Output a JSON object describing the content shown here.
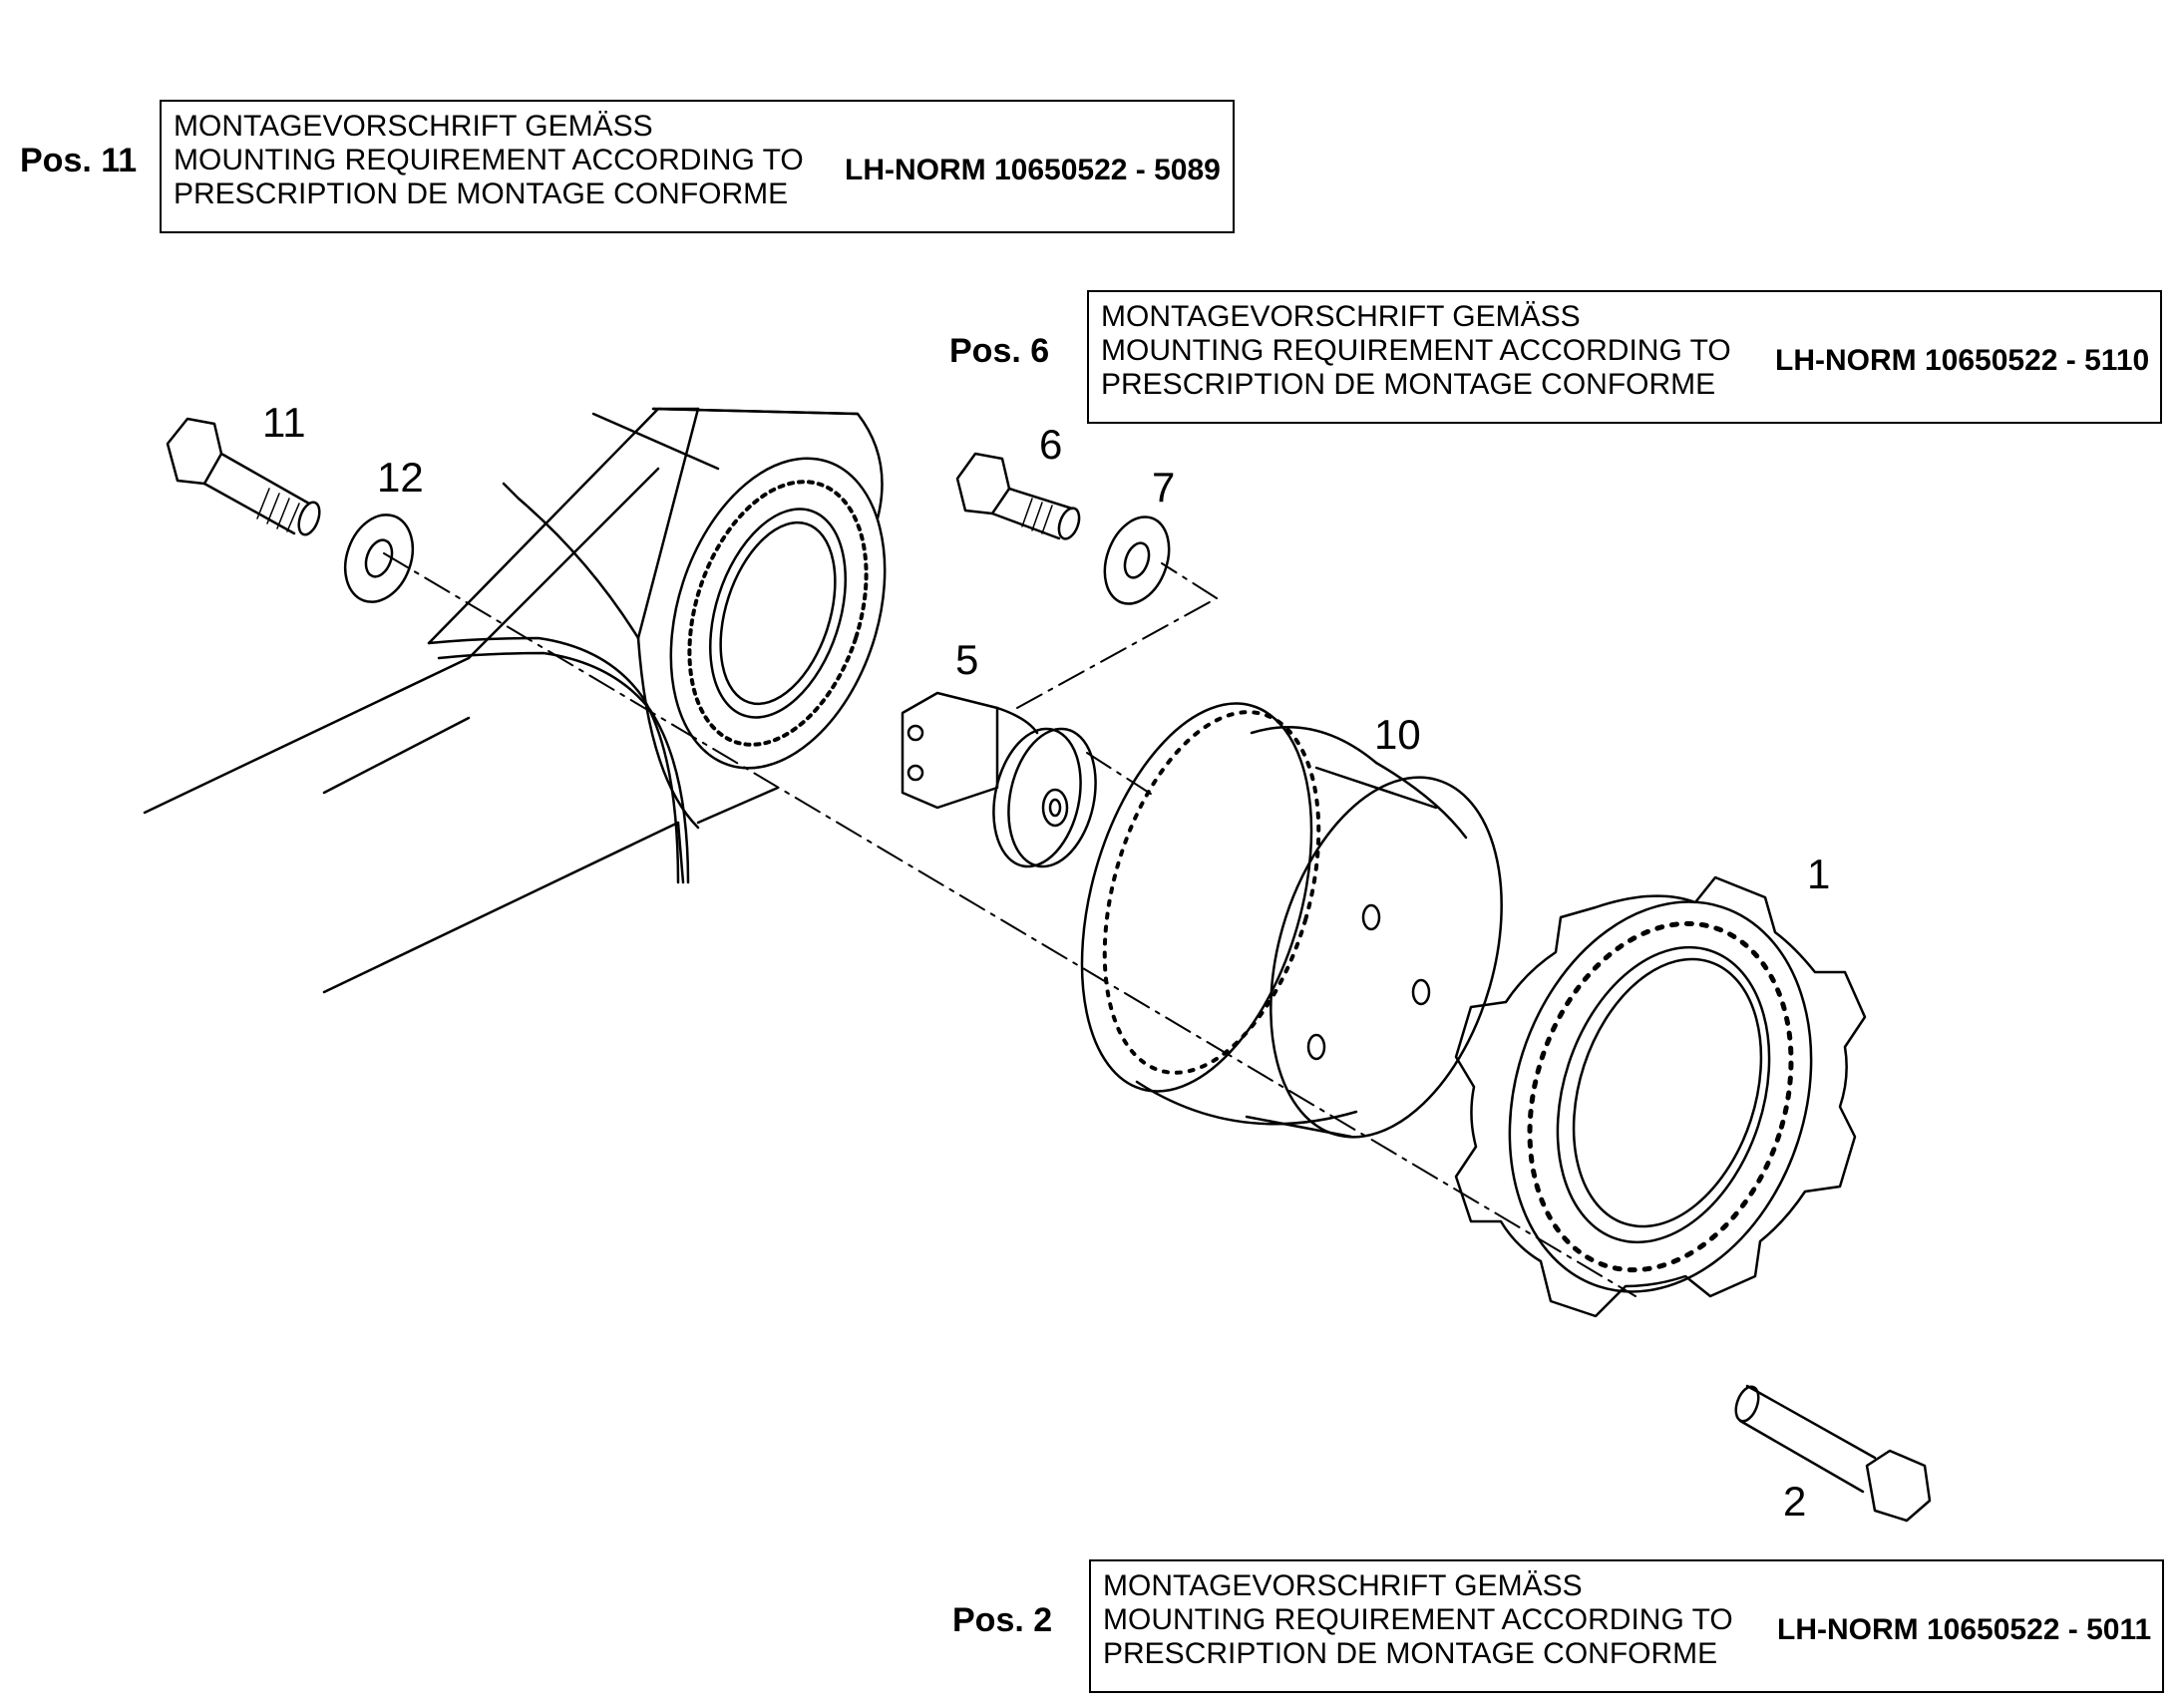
{
  "notes": [
    {
      "pos_label": "Pos. 11",
      "lines": [
        "MONTAGEVORSCHRIFT GEMÄSS",
        "MOUNTING REQUIREMENT ACCORDING TO",
        "PRESCRIPTION DE MONTAGE CONFORME"
      ],
      "norm": "LH-NORM 10650522 - 5089"
    },
    {
      "pos_label": "Pos. 6",
      "lines": [
        "MONTAGEVORSCHRIFT GEMÄSS",
        "MOUNTING REQUIREMENT ACCORDING TO",
        "PRESCRIPTION DE MONTAGE CONFORME"
      ],
      "norm": "LH-NORM 10650522 - 5110"
    },
    {
      "pos_label": "Pos. 2",
      "lines": [
        "MONTAGEVORSCHRIFT GEMÄSS",
        "MOUNTING REQUIREMENT ACCORDING TO",
        "PRESCRIPTION DE MONTAGE CONFORME"
      ],
      "norm": "LH-NORM 10650522 - 5011"
    }
  ],
  "callouts": {
    "bolt_11": "11",
    "washer_12": "12",
    "bolt_6": "6",
    "washer_7": "7",
    "connector_5": "5",
    "gearbox_10": "10",
    "sprocket_1": "1",
    "bolt_2": "2"
  },
  "colors": {
    "ink": "#000000",
    "paper": "#ffffff"
  }
}
